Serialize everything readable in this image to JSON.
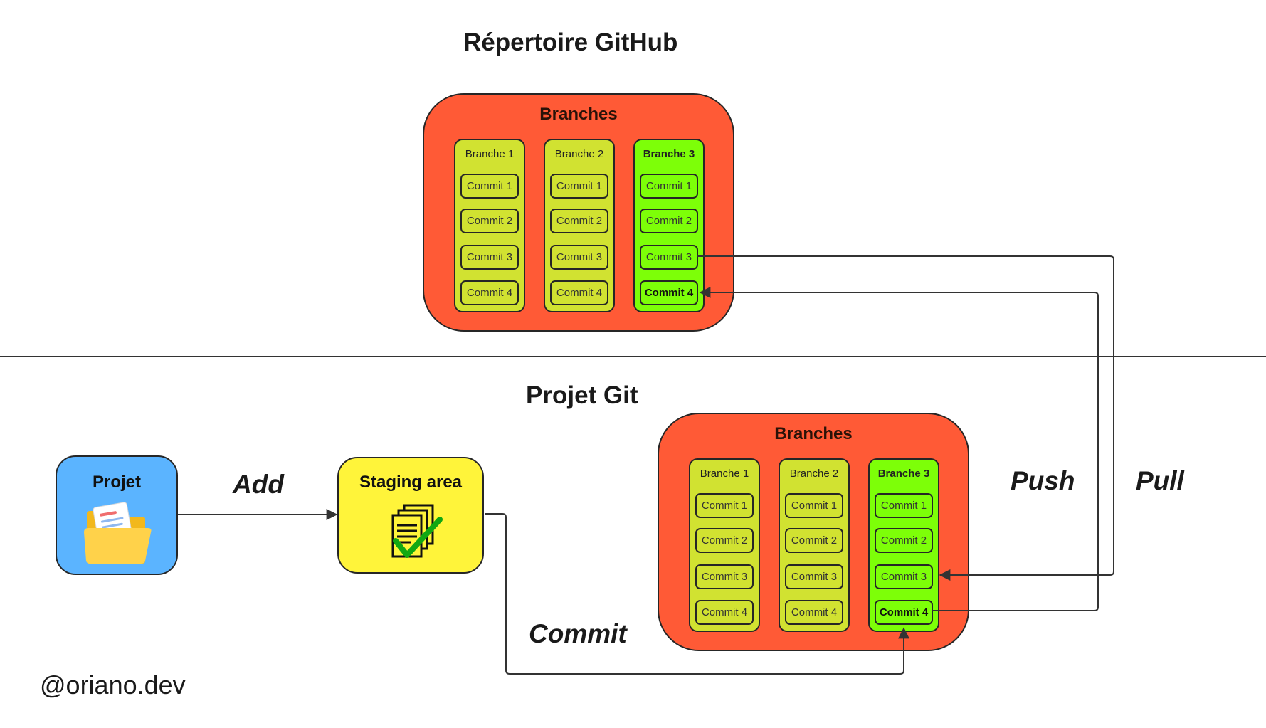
{
  "remote": {
    "title": "Répertoire GitHub",
    "container_label": "Branches",
    "branches": [
      {
        "label": "Branche 1",
        "commits": [
          "Commit 1",
          "Commit 2",
          "Commit 3",
          "Commit 4"
        ]
      },
      {
        "label": "Branche 2",
        "commits": [
          "Commit 1",
          "Commit 2",
          "Commit 3",
          "Commit 4"
        ]
      },
      {
        "label": "Branche 3",
        "commits": [
          "Commit 1",
          "Commit 2",
          "Commit 3",
          "Commit 4"
        ]
      }
    ]
  },
  "local": {
    "title": "Projet Git",
    "container_label": "Branches",
    "branches": [
      {
        "label": "Branche 1",
        "commits": [
          "Commit 1",
          "Commit 2",
          "Commit 3",
          "Commit 4"
        ]
      },
      {
        "label": "Branche 2",
        "commits": [
          "Commit 1",
          "Commit 2",
          "Commit 3",
          "Commit 4"
        ]
      },
      {
        "label": "Branche 3",
        "commits": [
          "Commit 1",
          "Commit 2",
          "Commit 3",
          "Commit 4"
        ]
      }
    ]
  },
  "projet": {
    "label": "Projet",
    "icon": "folder-icon"
  },
  "staging": {
    "label": "Staging area",
    "icon": "documents-check-icon"
  },
  "actions": {
    "add": "Add",
    "commit": "Commit",
    "push": "Push",
    "pull": "Pull"
  },
  "watermark": "@oriano.dev",
  "colors": {
    "container": "#ff5a36",
    "branch": "#d1e231",
    "active_branch": "#7dff08",
    "projet": "#5bb4ff",
    "staging": "#fff43a"
  }
}
